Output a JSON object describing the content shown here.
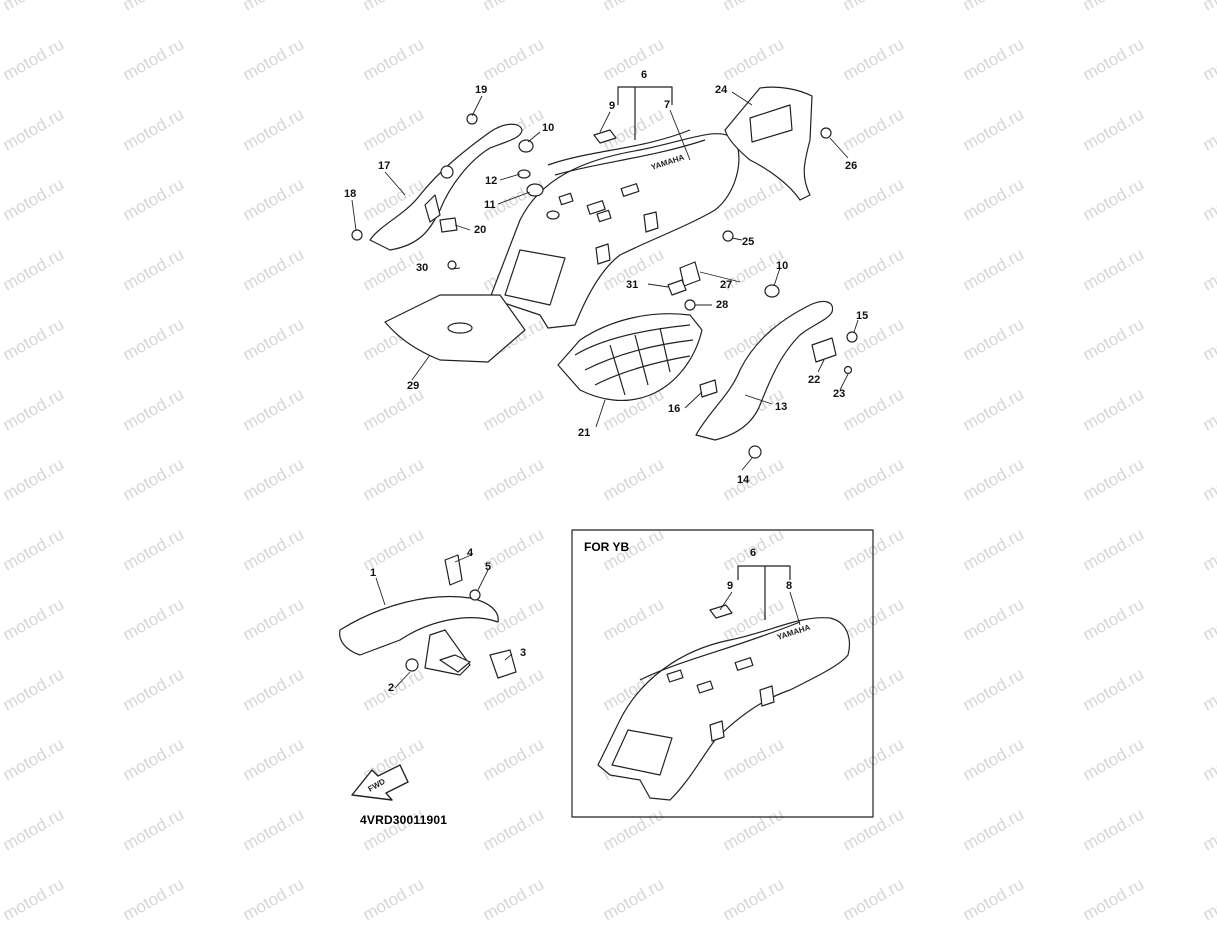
{
  "watermark": {
    "text": "motod.ru"
  },
  "diagram": {
    "part_labels": [
      {
        "id": "1",
        "text": "1"
      },
      {
        "id": "2",
        "text": "2"
      },
      {
        "id": "3",
        "text": "3"
      },
      {
        "id": "4",
        "text": "4"
      },
      {
        "id": "5",
        "text": "5"
      },
      {
        "id": "6",
        "text": "6"
      },
      {
        "id": "7",
        "text": "7"
      },
      {
        "id": "9",
        "text": "9"
      },
      {
        "id": "10a",
        "text": "10"
      },
      {
        "id": "10b",
        "text": "10"
      },
      {
        "id": "11",
        "text": "11"
      },
      {
        "id": "12",
        "text": "12"
      },
      {
        "id": "13",
        "text": "13"
      },
      {
        "id": "14",
        "text": "14"
      },
      {
        "id": "15",
        "text": "15"
      },
      {
        "id": "16",
        "text": "16"
      },
      {
        "id": "17",
        "text": "17"
      },
      {
        "id": "18",
        "text": "18"
      },
      {
        "id": "19",
        "text": "19"
      },
      {
        "id": "20",
        "text": "20"
      },
      {
        "id": "21",
        "text": "21"
      },
      {
        "id": "22",
        "text": "22"
      },
      {
        "id": "23",
        "text": "23"
      },
      {
        "id": "24",
        "text": "24"
      },
      {
        "id": "25",
        "text": "25"
      },
      {
        "id": "26",
        "text": "26"
      },
      {
        "id": "27",
        "text": "27"
      },
      {
        "id": "28",
        "text": "28"
      },
      {
        "id": "29",
        "text": "29"
      },
      {
        "id": "30",
        "text": "30"
      },
      {
        "id": "31",
        "text": "31"
      }
    ],
    "inset": {
      "title": "FOR YB",
      "labels": [
        {
          "id": "i6",
          "text": "6"
        },
        {
          "id": "i9",
          "text": "9"
        },
        {
          "id": "i8",
          "text": "8"
        }
      ]
    },
    "fwd_arrow": {
      "text": "FWD"
    },
    "fender_logo": {
      "text": "YAMAHA"
    },
    "drawing_code": "4VRD30011901"
  }
}
